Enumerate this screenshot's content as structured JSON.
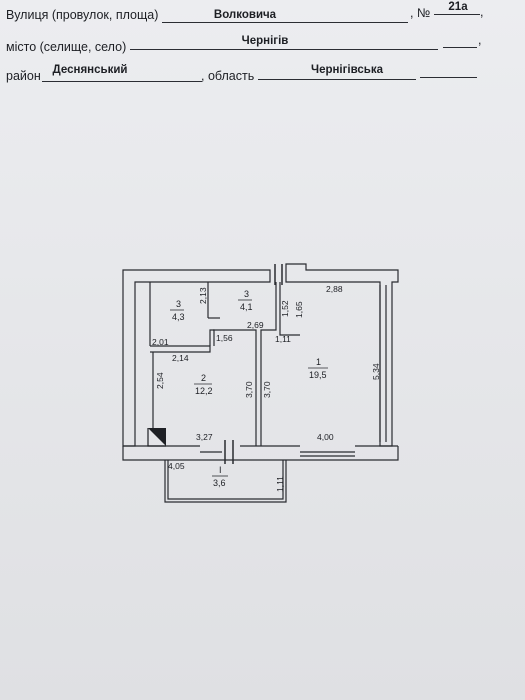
{
  "header": {
    "street_label": "Вулиця (провулок, площа)",
    "street_value": "Волковича",
    "number_sep": ", №",
    "number_value": "21а",
    "city_label": "місто (селище, село)",
    "city_value": "Чернігів",
    "district_label": "район",
    "district_value": "Деснянський",
    "region_label": ", область",
    "region_value": "Чернігівська",
    "comma": ","
  },
  "plan": {
    "rooms": [
      {
        "id": "room-1",
        "number": "1",
        "area": "19,5"
      },
      {
        "id": "room-2",
        "number": "2",
        "area": "12,2"
      },
      {
        "id": "room-3a",
        "number": "3",
        "area": "4,3"
      },
      {
        "id": "room-3b",
        "number": "3",
        "area": "4,1"
      },
      {
        "id": "balcony",
        "number": "I",
        "area": "3,6"
      }
    ],
    "dimensions": {
      "d288": "2,88",
      "d213": "2,13",
      "d152": "1,52",
      "d165": "1,65",
      "d269": "2,69",
      "d156": "1,56",
      "d111a": "1,11",
      "d201": "2,01",
      "d214": "2,14",
      "d254": "2,54",
      "d370a": "3,70",
      "d370b": "3,70",
      "d534": "5,34",
      "d327": "3,27",
      "d400": "4,00",
      "d405": "4,05",
      "d111b": "1,11"
    }
  }
}
